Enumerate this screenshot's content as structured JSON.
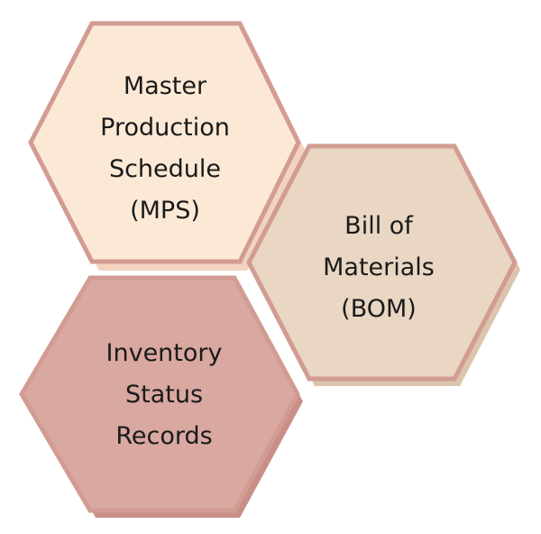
{
  "hexagons": [
    {
      "id": "mps",
      "lines": [
        "Master",
        "Production",
        "Schedule",
        "(MPS)"
      ],
      "fill": "#fbe9d6",
      "stroke": "#d29c93"
    },
    {
      "id": "bom",
      "lines": [
        "Bill of",
        "Materials",
        "(BOM)"
      ],
      "fill": "#e9d6c3",
      "stroke": "#d29c93"
    },
    {
      "id": "inv",
      "lines": [
        "Inventory",
        "Status",
        "Records"
      ],
      "fill": "#d9a8a1",
      "stroke": "#d29c93"
    }
  ]
}
